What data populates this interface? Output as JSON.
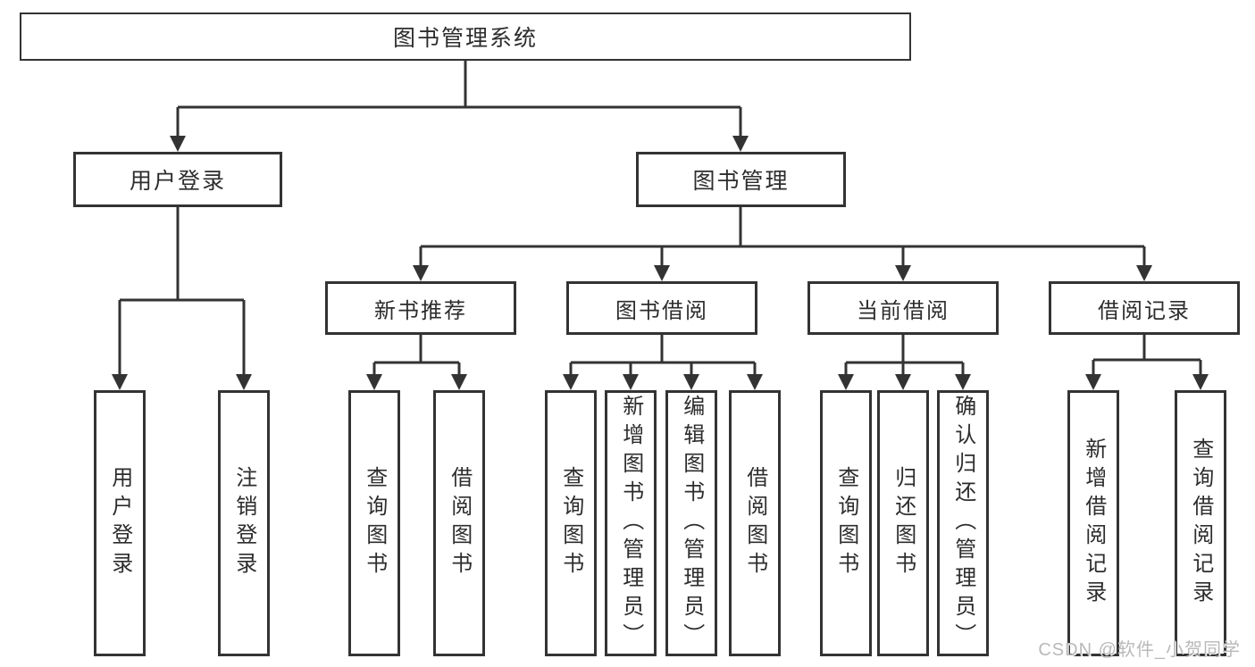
{
  "colors": {
    "line": "#333333",
    "border": "#333333",
    "text": "#2d2d2d",
    "background": "#ffffff",
    "watermark": "#b9b9b9"
  },
  "tree": {
    "root": {
      "label": "图书管理系统"
    },
    "branches": [
      {
        "label": "用户登录",
        "leaves": [
          {
            "label": "用户登录"
          },
          {
            "label": "注销登录"
          }
        ]
      },
      {
        "label": "图书管理",
        "groups": [
          {
            "label": "新书推荐",
            "leaves": [
              {
                "label": "查询图书"
              },
              {
                "label": "借阅图书"
              }
            ]
          },
          {
            "label": "图书借阅",
            "leaves": [
              {
                "label": "查询图书"
              },
              {
                "label": "新增图书（管理员）"
              },
              {
                "label": "编辑图书（管理员）"
              },
              {
                "label": "借阅图书"
              }
            ]
          },
          {
            "label": "当前借阅",
            "leaves": [
              {
                "label": "查询图书"
              },
              {
                "label": "归还图书"
              },
              {
                "label": "确认归还（管理员）"
              }
            ]
          },
          {
            "label": "借阅记录",
            "leaves": [
              {
                "label": "新增借阅记录"
              },
              {
                "label": "查询借阅记录"
              }
            ]
          }
        ]
      }
    ]
  },
  "watermark": {
    "text": "CSDN @软件_小贺同学"
  }
}
